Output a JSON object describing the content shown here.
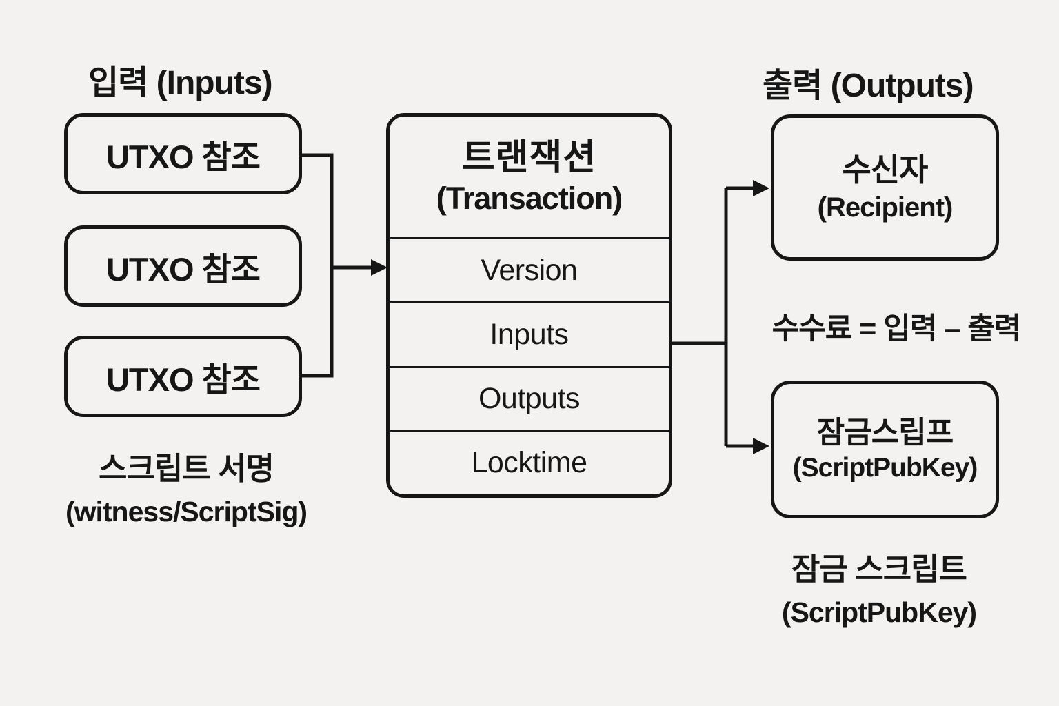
{
  "headings": {
    "inputs": "입력 (Inputs)",
    "outputs": "출력 (Outputs)"
  },
  "input_boxes": [
    "UTXO 참조",
    "UTXO 참조",
    "UTXO 참조"
  ],
  "input_caption": {
    "line1": "스크립트 서명",
    "line2": "(witness/ScriptSig)"
  },
  "transaction": {
    "title_ko": "트랜잭션",
    "title_en": "(Transaction)",
    "rows": [
      "Version",
      "Inputs",
      "Outputs",
      "Locktime"
    ]
  },
  "recipient_box": {
    "line1": "수신자",
    "line2": "(Recipient)"
  },
  "fee_formula": "수수료 = 입력 – 출력",
  "lock_box": {
    "line1": "잠금스립프",
    "line2": "(ScriptPubKey)"
  },
  "output_caption": {
    "line1": "잠금 스크립트",
    "line2": "(ScriptPubKey)"
  },
  "colors": {
    "background": "#f3f2f0",
    "stroke": "#161616",
    "text": "#161616"
  }
}
